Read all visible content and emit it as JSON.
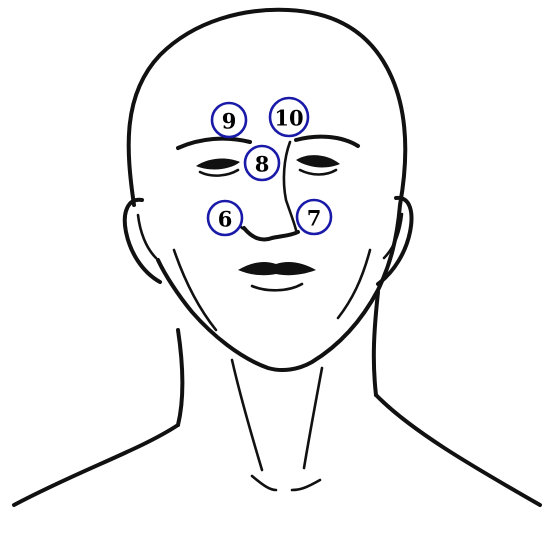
{
  "figure": {
    "subject": "head-front-view",
    "markers": [
      {
        "id": "marker-9",
        "label": "9"
      },
      {
        "id": "marker-10",
        "label": "10"
      },
      {
        "id": "marker-8",
        "label": "8"
      },
      {
        "id": "marker-6",
        "label": "6"
      },
      {
        "id": "marker-7",
        "label": "7"
      }
    ]
  },
  "colors": {
    "line": "#111111",
    "marker_ring": "#1a1aa8",
    "marker_fill": "#ffffff",
    "background": "#ffffff"
  }
}
